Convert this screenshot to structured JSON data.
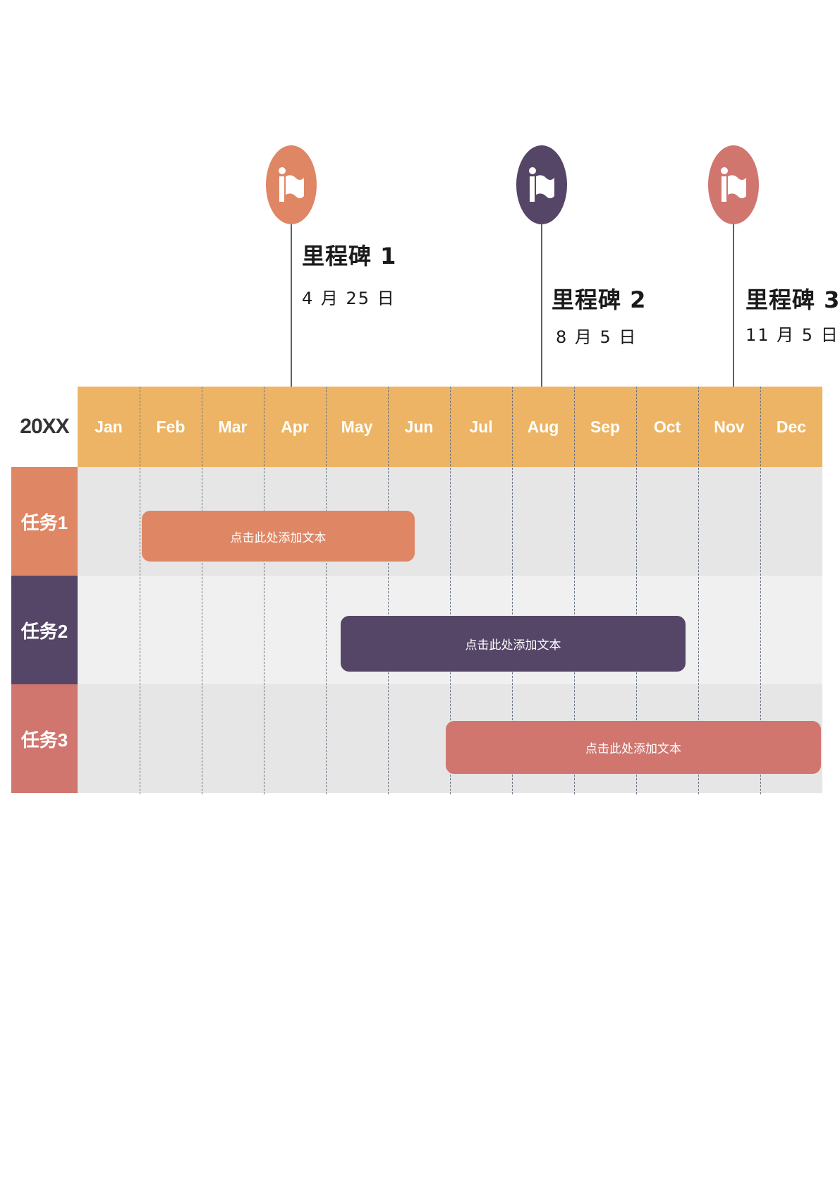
{
  "colors": {
    "header": "#ECB464",
    "row_dark": "#E6E6E6",
    "row_light": "#F0F0F0",
    "orange": "#DF8664",
    "purple": "#554667",
    "coral": "#D0766F"
  },
  "year_label": "20XX",
  "months": [
    "Jan",
    "Feb",
    "Mar",
    "Apr",
    "May",
    "Jun",
    "Jul",
    "Aug",
    "Sep",
    "Oct",
    "Nov",
    "Dec"
  ],
  "milestones": [
    {
      "title": "里程碑 1",
      "date": "4 月 25 日",
      "color": "#DF8664",
      "icon": "flag-icon"
    },
    {
      "title": "里程碑 2",
      "date": "8 月 5 日",
      "color": "#554667",
      "icon": "flag-icon"
    },
    {
      "title": "里程碑 3",
      "date": "11 月 5 日",
      "color": "#D0766F",
      "icon": "flag-icon"
    }
  ],
  "tasks": [
    {
      "label": "任务1",
      "bar_text": "点击此处添加文本",
      "color": "#DF8664"
    },
    {
      "label": "任务2",
      "bar_text": "点击此处添加文本",
      "color": "#554667"
    },
    {
      "label": "任务3",
      "bar_text": "点击此处添加文本",
      "color": "#D0766F"
    }
  ]
}
